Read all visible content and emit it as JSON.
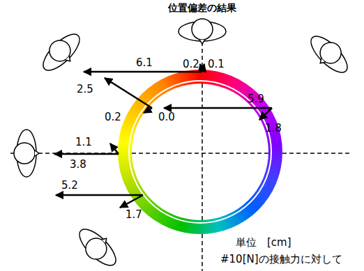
{
  "diagram": {
    "title": "位置偏差の結果",
    "labels": [
      "6.1",
      "0.2",
      "0.1",
      "2.5",
      "0.2",
      "0.0",
      "5.9",
      "1.8",
      "1.1",
      "3.8",
      "5.2",
      "1.7",
      "単位　[cm]",
      "#10[N]の接触力に対して"
    ]
  }
}
